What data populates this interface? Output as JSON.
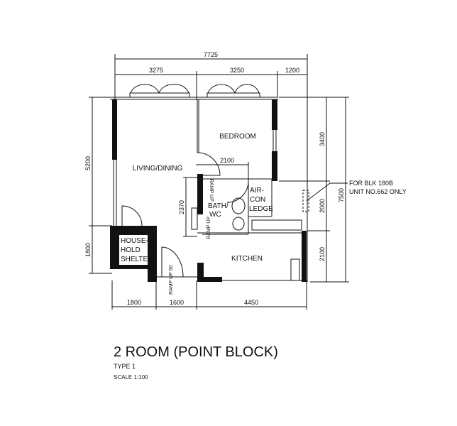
{
  "plan": {
    "title": "2 ROOM (POINT BLOCK)",
    "type": "TYPE 1",
    "scale": "SCALE  1:100",
    "rooms": {
      "living": "LIVING/DINING",
      "bedroom": "BEDROOM",
      "bath1": "BATH/",
      "bath2": "WC",
      "aircon1": "AIR-",
      "aircon2": "CON",
      "aircon3": "LEDGE",
      "shelter1": "HOUSE-",
      "shelter2": "HOLD",
      "shelter3": "SHELTER",
      "kitchen": "KITCHEN",
      "ramp_up": "RAMP UP",
      "ramp_up_50": "RAMP UP 50"
    },
    "dimensions": {
      "total_width": "7725",
      "top": [
        "3275",
        "3250",
        "1200"
      ],
      "bottom": [
        "1800",
        "1600",
        "4450"
      ],
      "left": [
        "5200",
        "1800"
      ],
      "right": [
        "3400",
        "2000",
        "2100"
      ],
      "total_height": "7500",
      "bedroom_wall": "2100",
      "bath_height": "2370"
    },
    "note1": "FOR BLK 180B",
    "note2": "UNIT NO.662 ONLY"
  }
}
